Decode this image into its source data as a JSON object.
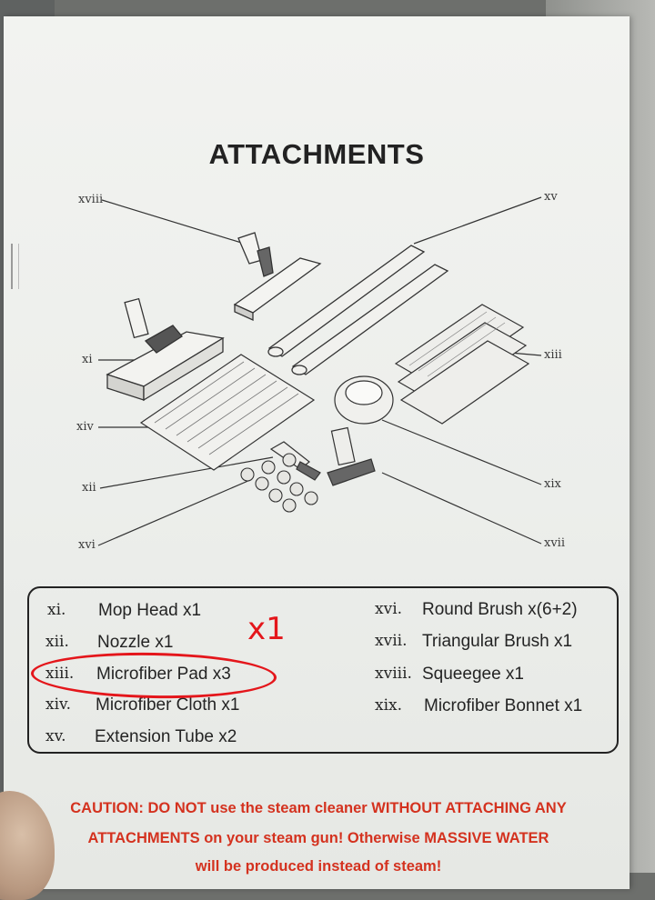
{
  "title": "ATTACHMENTS",
  "diagram_labels": {
    "xviii": "xviii",
    "xv": "xv",
    "xi": "xi",
    "xiii": "xiii",
    "xiv": "xiv",
    "xii": "xii",
    "xix": "xix",
    "xvi": "xvi",
    "xvii": "xvii"
  },
  "legend": {
    "left": [
      {
        "num": "xi.",
        "text": "Mop Head x1"
      },
      {
        "num": "xii.",
        "text": "Nozzle x1"
      },
      {
        "num": "xiii.",
        "text": "Microfiber Pad x3"
      },
      {
        "num": "xiv.",
        "text": "Microfiber Cloth x1"
      },
      {
        "num": "xv.",
        "text": "Extension Tube x2"
      }
    ],
    "right": [
      {
        "num": "xvi.",
        "text": "Round Brush x(6+2)"
      },
      {
        "num": "xvii.",
        "text": "Triangular Brush x1"
      },
      {
        "num": "xviii.",
        "text": "Squeegee x1"
      },
      {
        "num": "xix.",
        "text": "Microfiber Bonnet x1"
      }
    ]
  },
  "handwritten_note": "x1",
  "caution": {
    "line1": "CAUTION: DO NOT use the steam cleaner WITHOUT ATTACHING ANY",
    "line2": "ATTACHMENTS on your steam gun! Otherwise MASSIVE WATER",
    "line3": "will be produced instead of steam!"
  },
  "colors": {
    "caution_red": "#d4321f",
    "handwriting_red": "#e4161b",
    "paper": "#eeefec"
  }
}
